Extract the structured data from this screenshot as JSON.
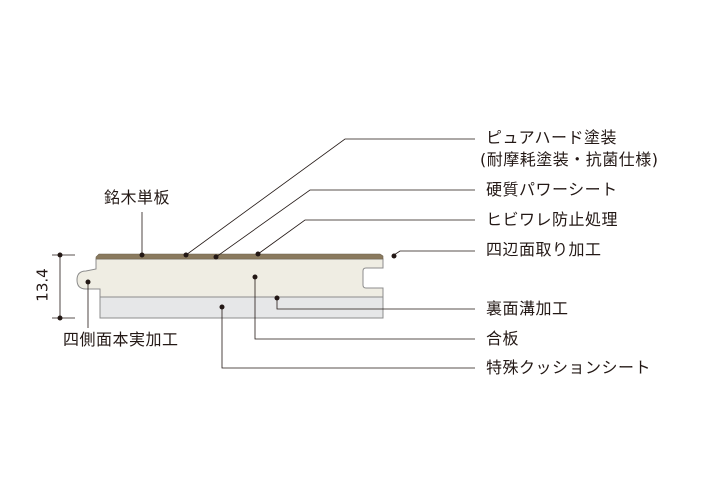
{
  "dimension": {
    "thickness": "13.4"
  },
  "labels": {
    "veneer": "銘木単板",
    "pure_hard_coating": "ピュアハード塗装",
    "pure_hard_coating_note": "(耐摩耗塗装・抗菌仕様)",
    "hard_power_sheet": "硬質パワーシート",
    "crack_prevention": "ヒビワレ防止処理",
    "four_edge_chamfer": "四辺面取り加工",
    "back_groove": "裏面溝加工",
    "plywood": "合板",
    "cushion_sheet": "特殊クッションシート",
    "tongue_groove": "四側面本実加工"
  },
  "colors": {
    "veneer": "#8a7a5e",
    "plywood": "#efede3",
    "cushion": "#e6e7e8",
    "outline": "#8c8c8c",
    "ink": "#231815"
  }
}
